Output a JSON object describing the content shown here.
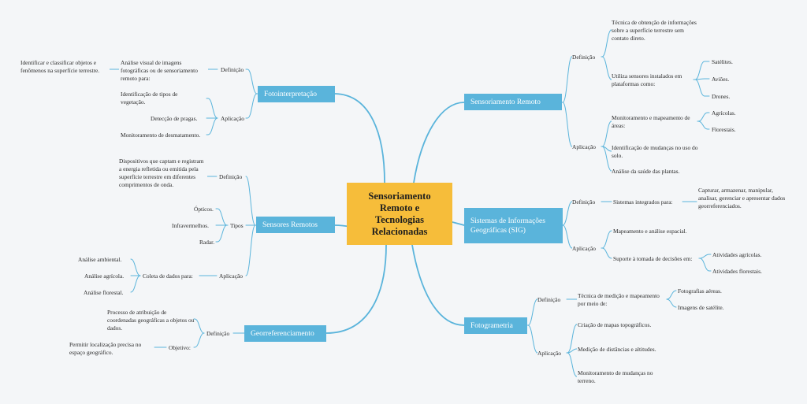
{
  "colors": {
    "background": "#f4f6f8",
    "central": "#f6bd3a",
    "branch": "#5ab4db",
    "line": "#5ab4db"
  },
  "central": {
    "title": "Sensoriamento Remoto e Tecnologias Relacionadas"
  },
  "fotointerpretacao": {
    "title": "Fotointerpretação",
    "definicao": "Definição",
    "definicao_text": "Análise visual de imagens fotográficas ou de sensoriamento remoto para:",
    "definicao_detail": "Identificar e classificar objetos e fenômenos na superfície terrestre.",
    "aplicacao": "Aplicação",
    "aplicacao_items": [
      "Identificação de tipos de vegetação.",
      "Detecção de pragas.",
      "Monitoramento de desmatamento."
    ]
  },
  "sensores": {
    "title": "Sensores Remotos",
    "definicao": "Definição",
    "definicao_text": "Dispositivos que captam e registram a energia refletida ou emitida pela superfície terrestre em diferentes comprimentos de onda.",
    "tipos": "Tipos",
    "tipos_items": [
      "Ópticos.",
      "Infravermelhos.",
      "Radar."
    ],
    "aplicacao": "Aplicação",
    "coleta": "Coleta de dados para:",
    "coleta_items": [
      "Análise ambiental.",
      "Análise agrícola.",
      "Análise florestal."
    ]
  },
  "georreferenciamento": {
    "title": "Georreferenciamento",
    "definicao": "Definição",
    "definicao_text": "Processo de atribuição de coordenadas geográficas a objetos ou dados.",
    "objetivo": "Objetivo:",
    "objetivo_text": "Permitir localização precisa no espaço geográfico."
  },
  "sensoriamento": {
    "title": "Sensoriamento Remoto",
    "definicao": "Definição",
    "definicao_text1": "Técnica de obtenção de informações sobre a superfície terrestre sem contato direto.",
    "definicao_text2": "Utiliza sensores instalados em plataformas como:",
    "plataformas": [
      "Satélites.",
      "Aviões.",
      "Drones."
    ],
    "aplicacao": "Aplicação",
    "monitoramento": "Monitoramento e mapeamento de áreas:",
    "areas": [
      "Agrícolas.",
      "Florestais."
    ],
    "aplicacao_items": [
      "Identificação de mudanças no uso do solo.",
      "Análise da saúde das plantas."
    ]
  },
  "sig": {
    "title": "Sistemas de Informações Geográficas (SIG)",
    "definicao": "Definição",
    "definicao_text": "Sistemas integrados para:",
    "definicao_detail": "Capturar, armazenar, manipular, analisar, gerenciar e apresentar dados georreferenciados.",
    "aplicacao": "Aplicação",
    "aplicacao_item1": "Mapeamento e análise espacial.",
    "suporte": "Suporte à tomada de decisões em:",
    "atividades": [
      "Atividades agrícolas.",
      "Atividades florestais."
    ]
  },
  "fotogrametria": {
    "title": "Fotogrametria",
    "definicao": "Definição",
    "definicao_text": "Técnica de medição e mapeamento por meio de:",
    "meios": [
      "Fotografias aéreas.",
      "Imagens de satélite."
    ],
    "aplicacao": "Aplicação",
    "aplicacao_items": [
      "Criação de mapas topográficos.",
      "Medição de distâncias e altitudes.",
      "Monitoramento de mudanças no terreno."
    ]
  }
}
